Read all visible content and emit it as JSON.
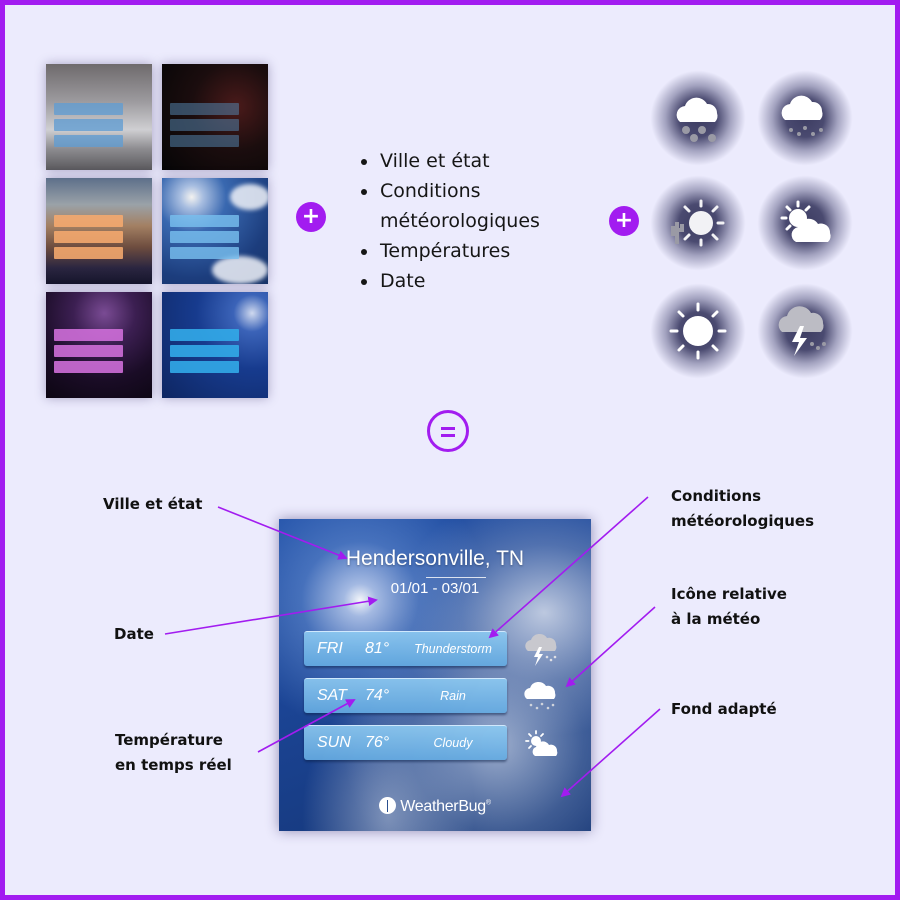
{
  "ingredients": {
    "backgrounds": [
      {
        "name": "snow",
        "bar_color": "#609cd2"
      },
      {
        "name": "night-rain",
        "bar_color": "#5282aa"
      },
      {
        "name": "sunset",
        "bar_color": "#f6aa6e"
      },
      {
        "name": "sunny-clouds",
        "bar_color": "#78beee"
      },
      {
        "name": "thunderstorm",
        "bar_color": "#ce6ed8"
      },
      {
        "name": "clear-sky",
        "bar_color": "#32aae8"
      }
    ],
    "plus_symbol": "+",
    "features": [
      "Ville et état",
      "Conditions",
      "météorologiques",
      "Températures",
      "Date"
    ],
    "weather_icons": [
      "snow",
      "rain",
      "hot-desert-sun",
      "partly-cloudy",
      "sunny",
      "thunderstorm"
    ]
  },
  "accent_color": "#a21cf0",
  "background_color": "#ecebfd",
  "annotations": {
    "city_state": "Ville et état",
    "date": "Date",
    "realtime_temp_line1": "Température",
    "realtime_temp_line2": "en temps réel",
    "conditions_line1": "Conditions",
    "conditions_line2": "météorologiques",
    "icon_line1": "Icône relative",
    "icon_line2": "à la météo",
    "background": "Fond adapté"
  },
  "widget": {
    "city": "Hendersonville, TN",
    "date_range": "01/01 - 03/01",
    "forecast": [
      {
        "day": "FRI",
        "temp": "81°",
        "condition": "Thunderstorm",
        "icon": "thunderstorm"
      },
      {
        "day": "SAT",
        "temp": "74°",
        "condition": "Rain",
        "icon": "rain"
      },
      {
        "day": "SUN",
        "temp": "76°",
        "condition": "Cloudy",
        "icon": "partly-cloudy"
      }
    ],
    "brand": "WeatherBug",
    "brand_mark": "®"
  }
}
